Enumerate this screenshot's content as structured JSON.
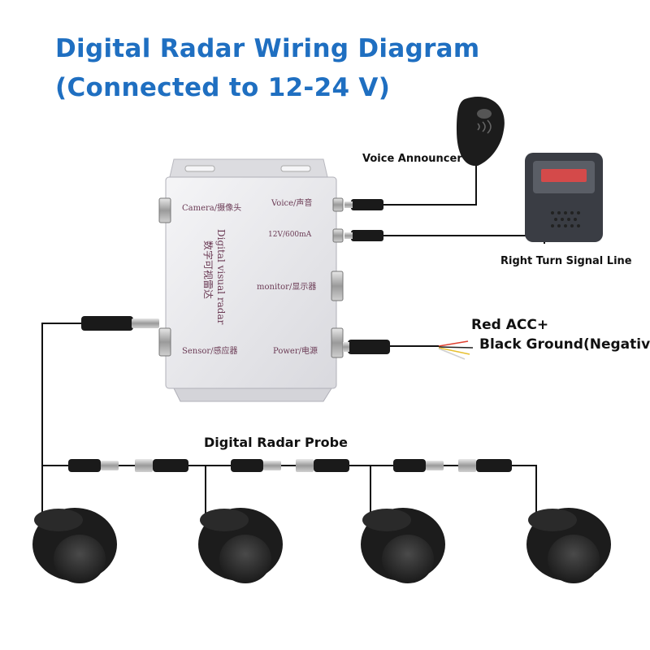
{
  "title": {
    "line1": "Digital Radar Wiring Diagram",
    "line2": "(Connected to 12-24 V)"
  },
  "labels": {
    "voice_announcer": "Voice Announcer",
    "right_turn": "Right Turn Signal Line",
    "red_acc": "Red ACC+",
    "black_ground": "Black Ground(Negative)",
    "probe": "Digital Radar Probe"
  },
  "box": {
    "camera": "Camera/摄像头",
    "voice": "Voice/声音",
    "power_spec": "12V/600mA",
    "monitor": "monitor/显示器",
    "sensor": "Sensor/感应器",
    "power": "Power/电源",
    "brand_en": "Digital visual radar",
    "brand_cn": "数字可视雷达"
  },
  "colors": {
    "title": "#1f6fc1",
    "wire": "#111111",
    "box": "#e9e9ec",
    "red_wire": "#e04030",
    "yellow_wire": "#e8c030"
  }
}
